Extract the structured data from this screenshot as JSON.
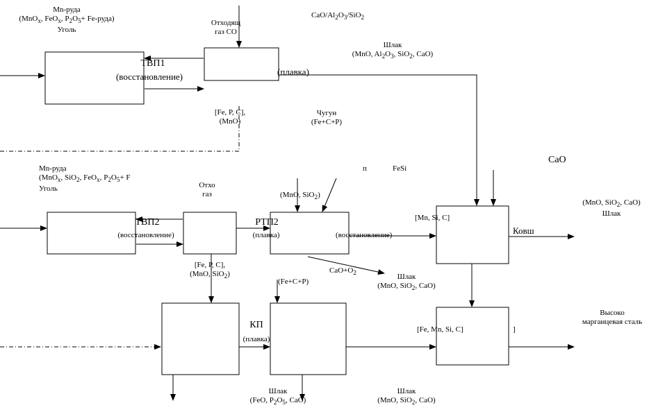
{
  "top_left": {
    "ore": "Mn-руда",
    "ore_formula": "(MnO<sub>x</sub>, FeO<sub>x</sub>, P<sub>2</sub>O<sub>5</sub>+ Fe-руда)",
    "coal": "Уголь"
  },
  "offgas_top": "Отходящ<br>газ CO",
  "cao_al_si": "CaO/Al<sub>2</sub>O<sub>3</sub>/SiO<sub>2</sub>",
  "tvp1": {
    "title": "ТВП1",
    "sub": "(восстановление)"
  },
  "plavka_top": "(плавка)",
  "slag_top": "Шлак<br>(MnO, Al<sub>2</sub>O<sub>3</sub>, SiO<sub>2</sub>, CaO)",
  "fepc_mno": "[Fe, P, C],<br>(MnO)",
  "chugun": "Чугун<br>(Fe+C+P)",
  "cao_right": "CaO",
  "mid_left": {
    "ore": "Mn-руда",
    "ore_formula": "(MnO<sub>x</sub>, SiO<sub>2</sub>, FeO<sub>x</sub>, P<sub>2</sub>O<sub>5</sub>+ F",
    "coal": "Уголь"
  },
  "offgas_mid": "Отхо<br>газ",
  "fesi_p": "п",
  "fesi": "FeSi",
  "mno_sio2_mid": "(MnO, SiO<sub>2</sub>)",
  "mn_si_c": "[Mn, Si, C]",
  "kovsh": "Ковш",
  "slag_right": "(MnO, SiO<sub>2</sub>, CaO)<br>Шлак",
  "tvp2": {
    "title": "ТВП2",
    "sub": "(восстановление)"
  },
  "rtp2": {
    "title": "РТП2",
    "sub": "(плавка)",
    "right": "(восстановление)"
  },
  "fepc_mno_sio2": "[Fe, P, C],<br>(MnO, SiO<sub>2</sub>)",
  "cao_o2": "CaO+O<sub>2</sub>",
  "slag_mid": "Шлак<br>(MnO, SiO<sub>2</sub>, CaO)",
  "fecp_small": "(Fe+C+P)",
  "kp": {
    "title": "КП",
    "sub": "(плавка)"
  },
  "fe_mn_si_c": "[Fe, Mn, Si, C]",
  "bracket": "]",
  "high_mn_steel": "Высоко<br>марганцевая сталь",
  "slag_bottom_left": "Шлак<br>(FeO, P<sub>2</sub>O<sub>5</sub>, CaO)",
  "slag_bottom_right": "Шлак<br>(MnO, SiO<sub>2</sub>, CaO)"
}
